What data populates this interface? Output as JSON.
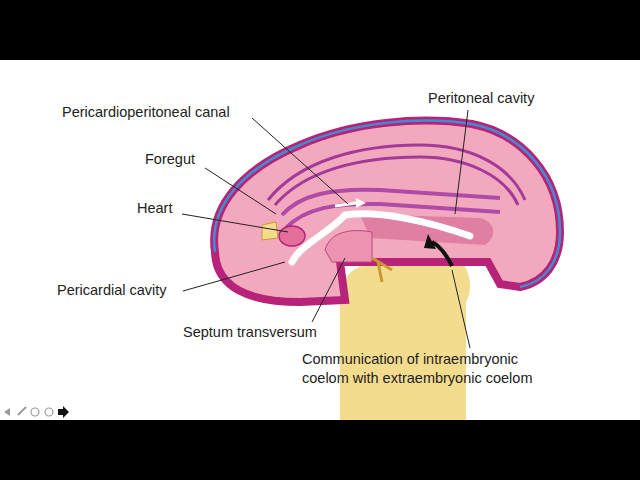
{
  "diagram": {
    "labels": [
      "Pericardioperitoneal canal",
      "Peritoneal cavity",
      "Foregut",
      "Heart",
      "Pericardial cavity",
      "Septum transversum",
      "Communication of intraembryonic coelom with extraembryonic coelom"
    ]
  }
}
